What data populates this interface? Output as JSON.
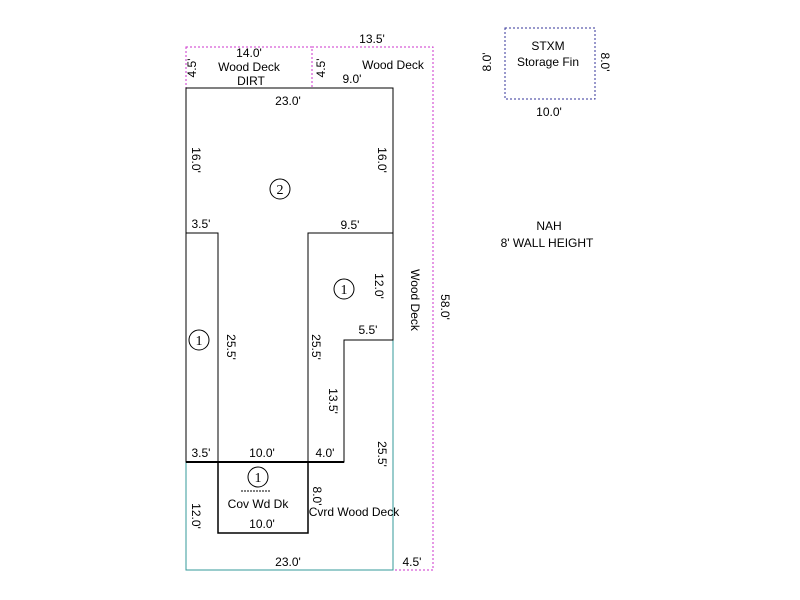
{
  "colors": {
    "wall": "#000000",
    "deck_outline": "#cc33cc",
    "storage_outline": "#333399",
    "covered_outline": "#339999"
  },
  "dims": {
    "top_deck_width": "14.0'",
    "left_deck_depth": "4.5'",
    "mid_deck_depth": "4.5'",
    "overall_top": "13.5'",
    "deck_right_width": "9.0'",
    "main_top": "23.0'",
    "main_left_upper": "16.0'",
    "main_right_upper": "16.0'",
    "left_jog": "3.5'",
    "right_jog": "9.5'",
    "right_upper_height": "12.0'",
    "step_width": "5.5'",
    "left_wing_height": "25.5'",
    "center_left_height": "25.5'",
    "step_height": "13.5'",
    "overall_right": "58.0'",
    "right_lower": "25.5'",
    "bottom_left_jog": "3.5'",
    "bottom_center": "10.0'",
    "bottom_right_jog": "4.0'",
    "covered_left": "12.0'",
    "covered_right": "8.0'",
    "covered_bottom": "10.0'",
    "bottom_total": "23.0'",
    "bottom_right_corner": "4.5'",
    "storage_left": "8.0'",
    "storage_right": "8.0'",
    "storage_bottom": "10.0'"
  },
  "labels": {
    "wood_deck_top": "Wood Deck",
    "dirt": "DIRT",
    "wood_deck_right": "Wood Deck",
    "wood_deck_vertical": "Wood Deck",
    "cov_wd_dk": "Cov Wd Dk",
    "cvrd_wood_deck": "Cvrd Wood Deck",
    "storage_code": "STXM",
    "storage_name": "Storage Fin",
    "nah": "NAH",
    "wall_height": "8' WALL HEIGHT"
  },
  "floor_markers": {
    "upper_main": "2",
    "right_wing": "1",
    "left_wing": "1",
    "covered": "1"
  }
}
